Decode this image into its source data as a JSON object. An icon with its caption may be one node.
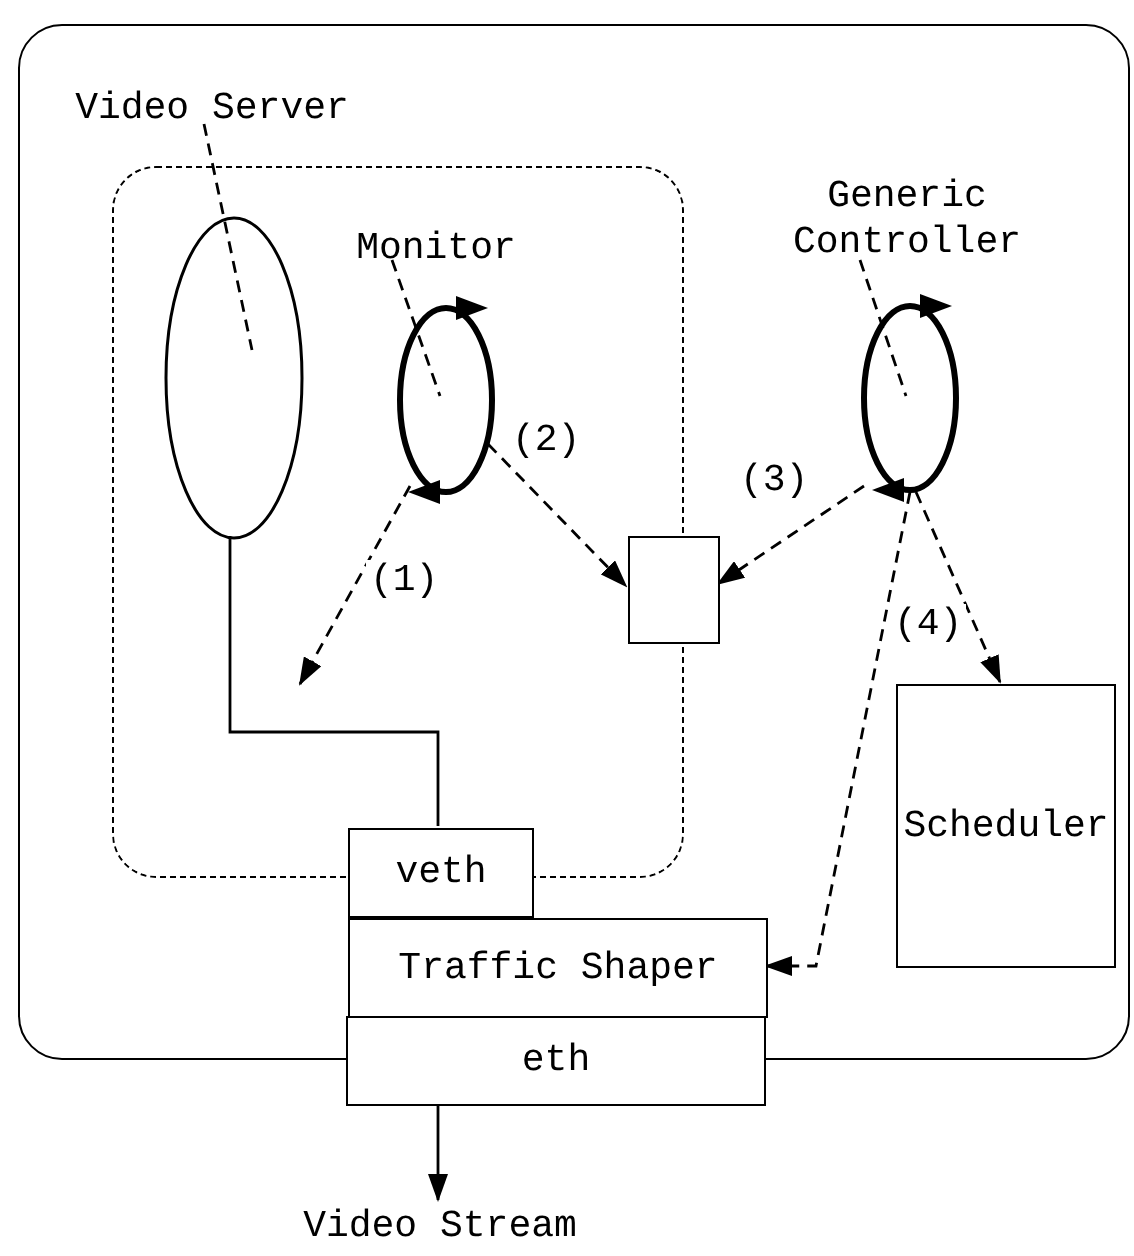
{
  "diagram": {
    "nodes": [
      {
        "text": [],
        "shape": "box"
      },
      {
        "text": [],
        "shape": "box",
        "in": 0
      },
      {
        "text": [
          "Video Server"
        ],
        "in": 0
      },
      {
        "text": [],
        "shape": "ellipse",
        "in": 1
      },
      {
        "text": [
          "Monitor"
        ],
        "in": 1
      },
      {
        "text": [],
        "shape": "circle",
        "in": 1
      },
      {
        "text": [
          "Generic Controller"
        ],
        "in": 0
      },
      {
        "text": [],
        "shape": "circle",
        "in": 0
      },
      {
        "text": [],
        "shape": "box",
        "in": 0
      },
      {
        "text": [
          "Scheduler"
        ],
        "in": 0
      },
      {
        "text": [
          "veth"
        ],
        "in": 0
      },
      {
        "text": [
          "Traffic Shaper"
        ],
        "in": 0
      },
      {
        "text": [
          "eth"
        ]
      },
      {
        "text": [
          "Video Stream"
        ]
      }
    ],
    "edges": [
      {
        "from": 2,
        "to": 3,
        "arrow": "none",
        "style": "dashed"
      },
      {
        "from": 4,
        "to": 5,
        "arrow": "none",
        "style": "dashed"
      },
      {
        "from": 6,
        "to": 7,
        "arrow": "none",
        "style": "dashed"
      },
      {
        "from": 5,
        "to": null,
        "arrow": "to",
        "style": "dashed",
        "label": "(1)"
      },
      {
        "from": 5,
        "to": 8,
        "arrow": "to",
        "style": "dashed",
        "label": "(2)"
      },
      {
        "from": 7,
        "to": 8,
        "arrow": "to",
        "style": "dashed",
        "label": "(3)"
      },
      {
        "from": 7,
        "to": 11,
        "arrow": "to",
        "style": "dashed",
        "label": "(4)"
      },
      {
        "from": 7,
        "to": 9,
        "arrow": "to",
        "style": "dashed"
      },
      {
        "from": 3,
        "to": 10,
        "arrow": "none"
      },
      {
        "from": 12,
        "to": 13,
        "arrow": "to"
      }
    ]
  }
}
